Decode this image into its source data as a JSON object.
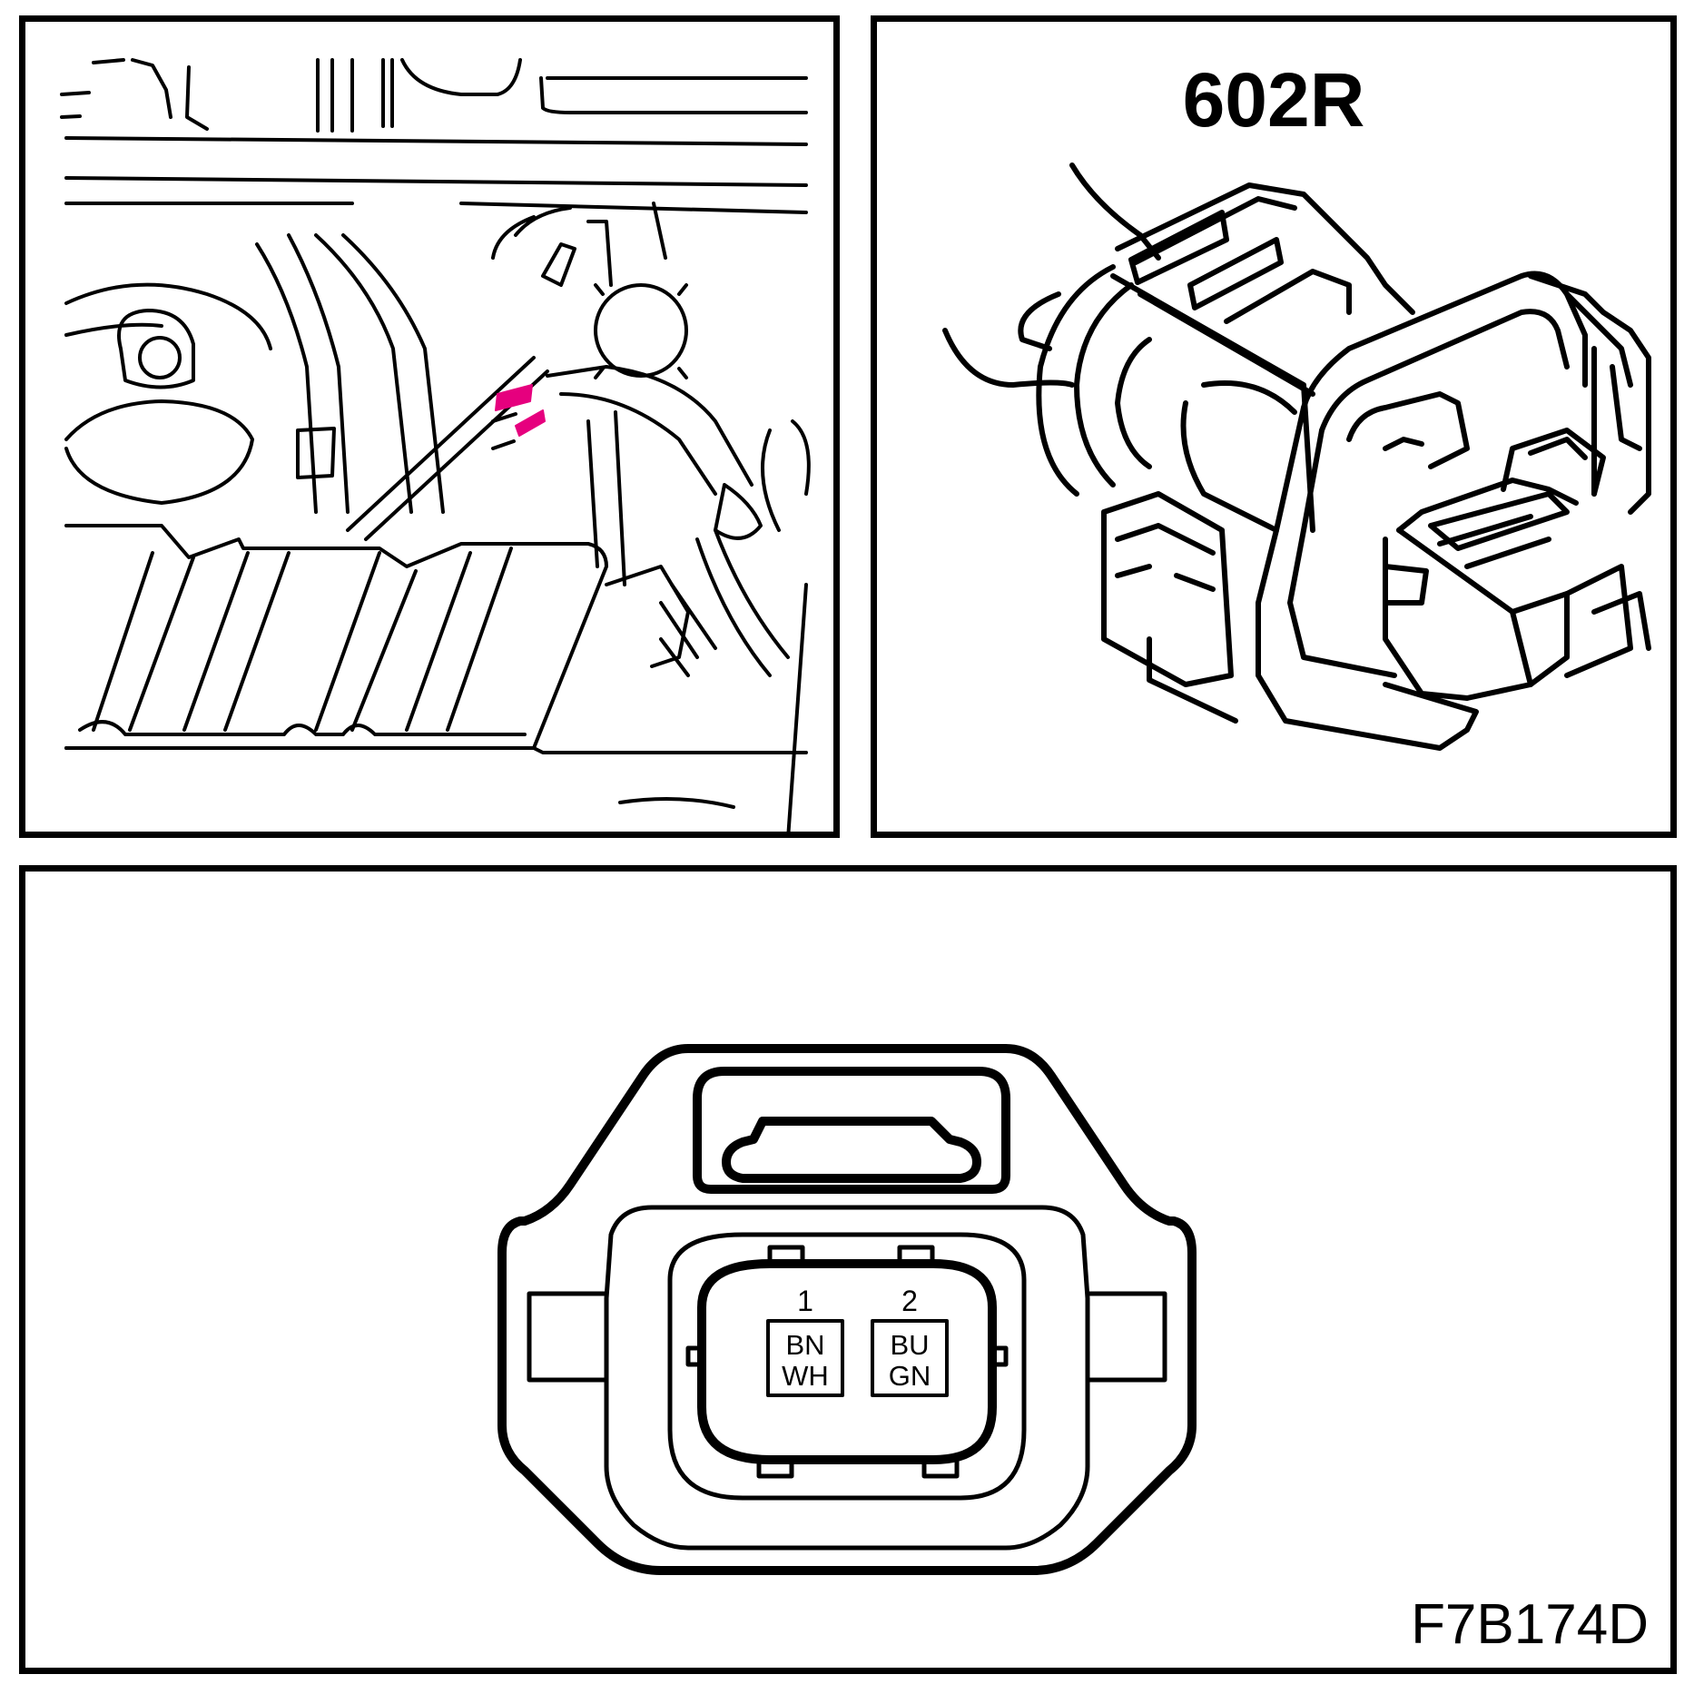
{
  "connector": {
    "id": "602R",
    "pins": [
      {
        "number": "1",
        "wire_colors": [
          "BN",
          "WH"
        ]
      },
      {
        "number": "2",
        "wire_colors": [
          "BU",
          "GN"
        ]
      }
    ]
  },
  "figure_id": "F7B174D",
  "colors": {
    "line": "#000000",
    "highlight": "#e6007e",
    "background": "#ffffff"
  }
}
